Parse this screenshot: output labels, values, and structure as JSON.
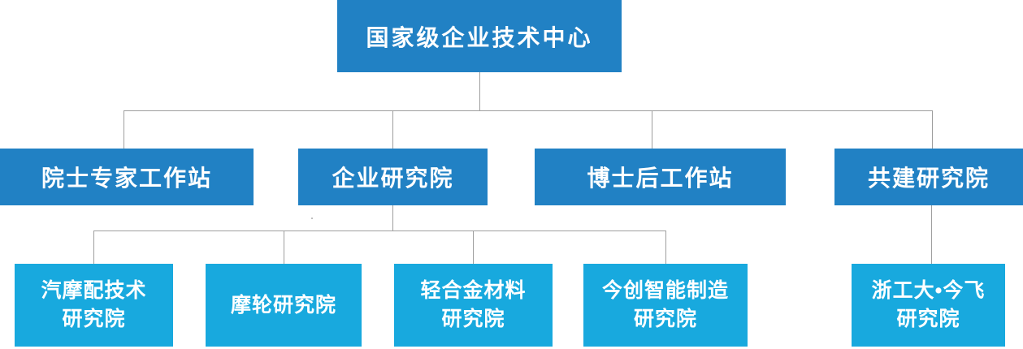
{
  "colors": {
    "node_blue": "#2181c4",
    "node_cyan": "#18a9de",
    "connector_gray": "#9e9e9e",
    "text_white": "#ffffff"
  },
  "root": {
    "label": "国家级企业技术中心"
  },
  "level2": [
    {
      "label": "院士专家工作站"
    },
    {
      "label": "企业研究院"
    },
    {
      "label": "博士后工作站"
    },
    {
      "label": "共建研究院"
    }
  ],
  "level3": [
    {
      "line1": "汽摩配技术",
      "line2": "研究院"
    },
    {
      "line1": "摩轮研究院",
      "line2": ""
    },
    {
      "line1": "轻合金材料",
      "line2": "研究院"
    },
    {
      "line1": "今创智能制造",
      "line2": "研究院"
    },
    {
      "line1": "浙工大•今飞",
      "line2": "研究院"
    }
  ]
}
